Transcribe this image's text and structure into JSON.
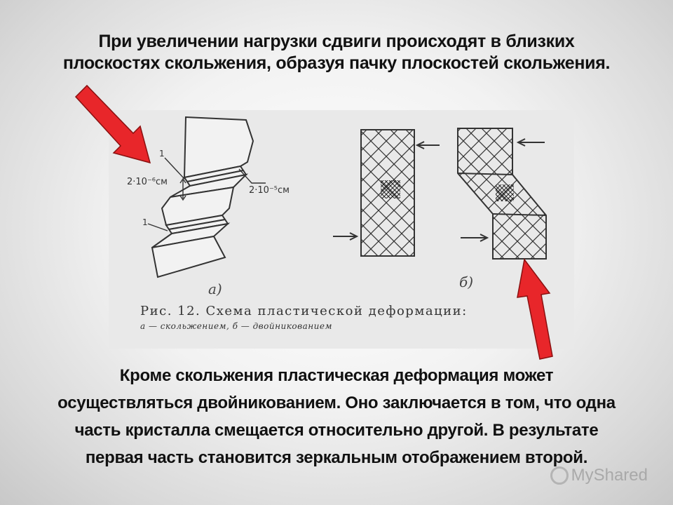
{
  "slide": {
    "title_lines": [
      "При увеличении нагрузки сдвиги происходят в близких",
      "плоскостях скольжения, образуя пачку плоскостей скольжения."
    ],
    "body_lines": [
      "Кроме скольжения пластическая деформация может",
      "осуществляться двойникованием. Оно заключается в том, что одна",
      "часть кристалла смещается относительно другой. В результате",
      "первая часть становится зеркальным отображением второй."
    ]
  },
  "figure": {
    "label_1_top": "1",
    "label_1_bottom": "1",
    "dim_left": "2·10⁻⁶см",
    "dim_right": "2·10⁻⁵см",
    "part_a": "а)",
    "part_b": "б)",
    "caption_line1": "Рис. 12. Схема пластической деформации:",
    "caption_line2": "а — скольжением, б — двойникованием"
  },
  "watermark": {
    "text": "MyShared"
  },
  "colors": {
    "arrow_fill": "#e8262a",
    "arrow_stroke": "#8a1010"
  }
}
